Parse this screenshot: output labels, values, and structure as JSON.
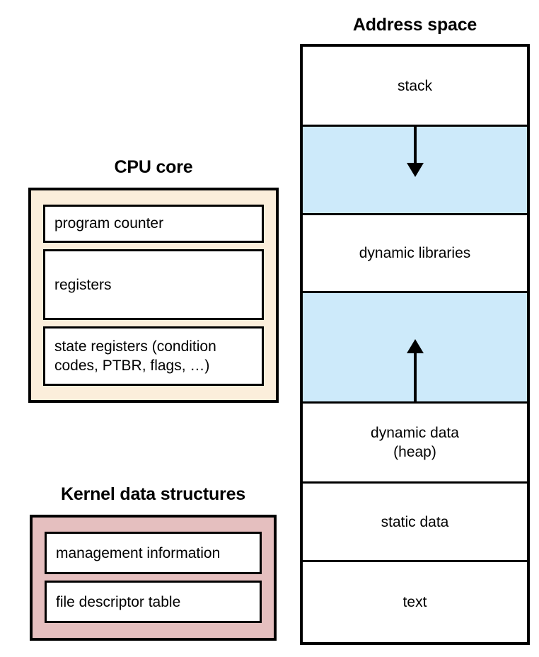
{
  "diagram": {
    "title_address_space": "Address space",
    "title_cpu_core": "CPU core",
    "title_kernel": "Kernel data structures",
    "colors": {
      "blue_region": "#cdeafa",
      "cpu_core_fill": "#fbeedb",
      "kernel_fill": "#e5bfbf",
      "stroke": "#000000",
      "page_background": "#ffffff"
    },
    "address_space": {
      "segments": [
        {
          "label": "stack",
          "fill": "white",
          "arrow": "none"
        },
        {
          "label": "",
          "fill": "blue",
          "arrow": "down"
        },
        {
          "label": "dynamic libraries",
          "fill": "white",
          "arrow": "none"
        },
        {
          "label": "",
          "fill": "blue",
          "arrow": "up"
        },
        {
          "label": "dynamic data\n(heap)",
          "fill": "white",
          "arrow": "none"
        },
        {
          "label": "static data",
          "fill": "white",
          "arrow": "none"
        },
        {
          "label": "text",
          "fill": "white",
          "arrow": "none"
        }
      ],
      "segment_labels": {
        "stack": "stack",
        "dynamic_libraries": "dynamic libraries",
        "dynamic_data_line1": "dynamic data",
        "dynamic_data_line2": "(heap)",
        "static_data": "static data",
        "text": "text"
      }
    },
    "cpu_core": {
      "slots": [
        {
          "label": "program counter"
        },
        {
          "label": "registers"
        },
        {
          "label": "state registers (condition codes, PTBR, flags, …)"
        }
      ],
      "slot_labels": {
        "program_counter": "program counter",
        "registers": "registers",
        "state_registers_line1": "state registers (condition",
        "state_registers_line2": "codes, PTBR, flags, …)"
      }
    },
    "kernel": {
      "slots": [
        {
          "label": "management information"
        },
        {
          "label": "file descriptor table"
        }
      ],
      "slot_labels": {
        "management_information": "management information",
        "file_descriptor_table": "file descriptor table"
      }
    }
  }
}
